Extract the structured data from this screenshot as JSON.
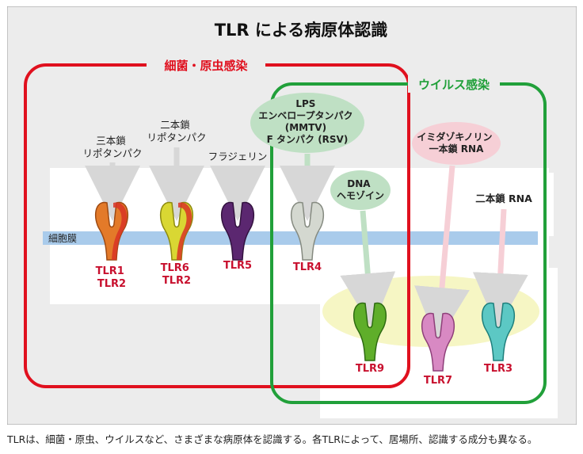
{
  "title": "TLR による病原体認識",
  "groups": {
    "bacteria_protozoa": "細菌・原虫感染",
    "virus": "ウイルス感染"
  },
  "membrane_label": "細胞膜",
  "ligands": {
    "tlr12": [
      "三本鎖",
      "リポタンパク"
    ],
    "tlr62": [
      "二本鎖",
      "リポタンパク"
    ],
    "tlr5": [
      "フラジェリン"
    ],
    "tlr4": [
      "LPS",
      "エンベロープタンパク",
      "(MMTV)",
      "F タンパク (RSV)"
    ],
    "tlr9": [
      "DNA",
      "ヘモゾイン"
    ],
    "tlr7": [
      "イミダゾキノリン",
      "一本鎖 RNA"
    ],
    "tlr3": [
      "二本鎖 RNA"
    ]
  },
  "receptors": {
    "tlr12": [
      "TLR1",
      "TLR2"
    ],
    "tlr62": [
      "TLR6",
      "TLR2"
    ],
    "tlr5": [
      "TLR5"
    ],
    "tlr4": [
      "TLR4"
    ],
    "tlr9": [
      "TLR9"
    ],
    "tlr7": [
      "TLR7"
    ],
    "tlr3": [
      "TLR3"
    ]
  },
  "caption": "TLRは、細菌・原虫、ウイルスなど、さまざまな病原体を認識する。各TLRによって、居場所、認識する成分も異なる。",
  "colors": {
    "red_group": "#e0101e",
    "green_group": "#21a03a",
    "label_red": "#c8102e",
    "membrane": "#a9cbeb",
    "endosome": "#f6f6c4",
    "panel_bg": "#ececec"
  }
}
